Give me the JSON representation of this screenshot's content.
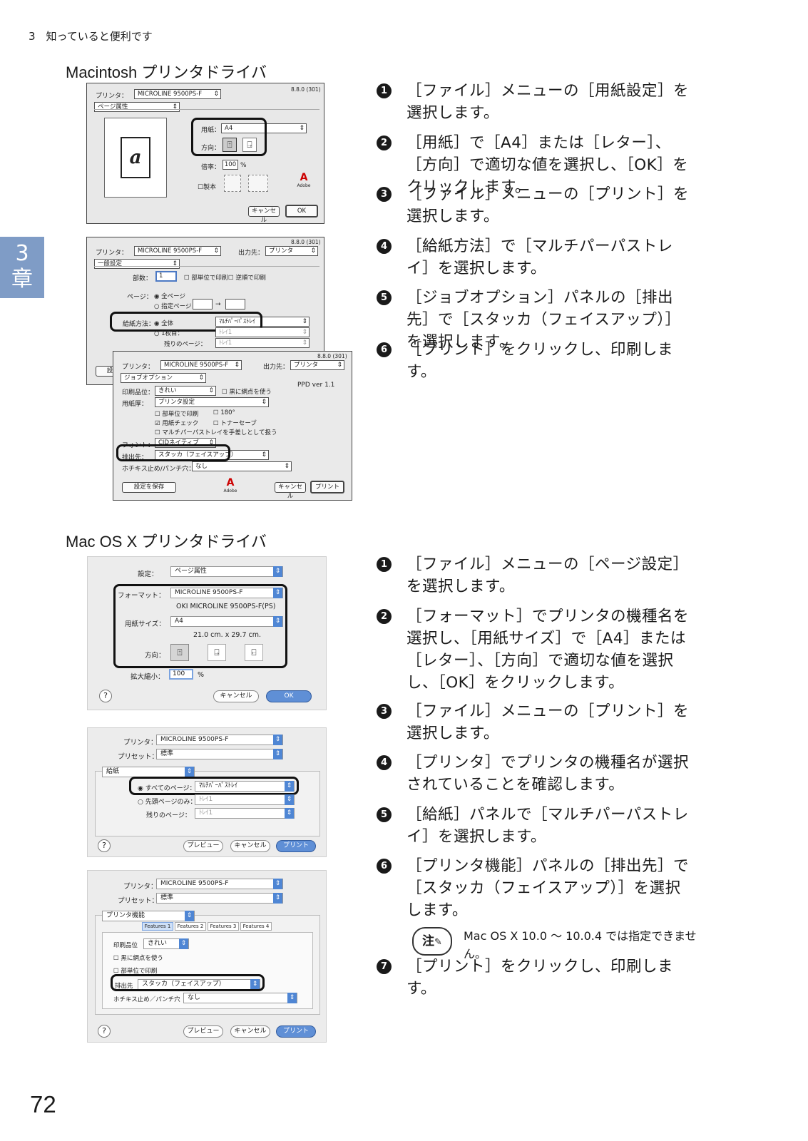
{
  "header": {
    "chapter_title": "3　知っていると便利です"
  },
  "tab": {
    "num": "3",
    "label": "章"
  },
  "page_number": "72",
  "sections": {
    "mac": "Macintosh プリンタドライバ",
    "osx": "Mac OS X プリンタドライバ"
  },
  "mac_steps": [
    {
      "n": "1",
      "text": "［ファイル］メニューの［用紙設定］を選択します。"
    },
    {
      "n": "2",
      "text": "［用紙］で［A4］または［レター］、［方向］で適切な値を選択し、［OK］をクリックします。"
    },
    {
      "n": "3",
      "text": "［ファイル］メニューの［プリント］を選択します。"
    },
    {
      "n": "4",
      "text": "［給紙方法］で［マルチパーパストレイ］を選択します。"
    },
    {
      "n": "5",
      "text": "［ジョブオプション］パネルの［排出先］で［スタッカ（フェイスアップ）］を選択します。"
    },
    {
      "n": "6",
      "text": "［プリント］をクリックし、印刷します。"
    }
  ],
  "osx_steps": [
    {
      "n": "1",
      "text": "［ファイル］メニューの［ページ設定］を選択します。"
    },
    {
      "n": "2",
      "text": "［フォーマット］でプリンタの機種名を選択し、［用紙サイズ］で［A4］または［レター］、［方向］で適切な値を選択し、［OK］をクリックします。"
    },
    {
      "n": "3",
      "text": "［ファイル］メニューの［プリント］を選択します。"
    },
    {
      "n": "4",
      "text": "［プリンタ］でプリンタの機種名が選択されていることを確認します。"
    },
    {
      "n": "5",
      "text": "［給紙］パネルで［マルチパーパストレイ］を選択します。"
    },
    {
      "n": "6",
      "text": "［プリンタ機能］パネルの［排出先］で［スタッカ（フェイスアップ）］を選択します。"
    },
    {
      "n": "7",
      "text": "［プリント］をクリックし、印刷します。"
    }
  ],
  "note": {
    "badge": "注",
    "text": "Mac OS X 10.0 〜 10.0.4 では指定できません。"
  },
  "d1": {
    "printer_label": "プリンタ：",
    "printer": "MICROLINE 9500PS-F",
    "version": "8.8.0 (301)",
    "panel": "ページ属性",
    "paper_label": "用紙：",
    "paper": "A4",
    "orient_label": "方向：",
    "scale_label": "倍率：",
    "scale": "100",
    "pct": "%",
    "book": "☐製本",
    "preview_glyph": "a",
    "cancel": "キャンセル",
    "ok": "OK",
    "adobe": "Adobe"
  },
  "d2": {
    "printer_label": "プリンタ：",
    "printer": "MICROLINE 9500PS-F",
    "dest_label": "出力先：",
    "dest": "プリンタ",
    "version": "8.8.0 (301)",
    "panel": "一般設定",
    "copies_label": "部数：",
    "copies": "1",
    "collate": "☐ 部単位で印刷",
    "reverse": "☐ 逆順で印刷",
    "pages_label": "ページ：",
    "all_pages": "◉ 全ページ",
    "range": "○ 指定ページ",
    "arrow": "→",
    "source_label": "給紙方法：",
    "all": "◉ 全体",
    "source": "ﾏﾙﾁﾊﾟｰﾊﾟｽﾄﾚｲ",
    "first": "○ 1枚目：",
    "first_val": "ﾄﾚｲ1",
    "rest": "残りのページ：",
    "rest_val": "ﾄﾚｲ1",
    "btn_partial": "設"
  },
  "d3": {
    "printer_label": "プリンタ：",
    "printer": "MICROLINE 9500PS-F",
    "dest_label": "出力先：",
    "dest": "プリンタ",
    "version": "8.8.0 (301)",
    "panel": "ジョブオプション",
    "ppd": "PPD ver 1.1",
    "quality_label": "印刷品位：",
    "quality": "きれい",
    "black": "☐ 黒に網点を使う",
    "media_label": "用紙厚：",
    "media": "プリンタ設定",
    "collate": "☐ 部単位で印刷",
    "rot": "☐ 180°",
    "check": "☑ 用紙チェック",
    "toner": "☐ トナーセーブ",
    "multi": "☐ マルチパーパストレイを手差しとして扱う",
    "font_label": "フォント：",
    "font": "CIDネイティブ",
    "output_label": "排出先：",
    "output": "スタッカ（フェイスアップ）",
    "staple_label": "ホチキス止め/パンチ穴：",
    "staple": "なし",
    "save": "設定を保存",
    "cancel": "キャンセル",
    "print": "プリント",
    "adobe": "Adobe"
  },
  "x1": {
    "settings_label": "設定：",
    "settings": "ページ属性",
    "format_label": "フォーマット：",
    "format": "MICROLINE 9500PS-F",
    "format_sub": "OKI MICROLINE 9500PS-F(PS)",
    "size_label": "用紙サイズ：",
    "size": "A4",
    "size_sub": "21.0 cm. x 29.7 cm.",
    "orient_label": "方向：",
    "scale_label": "拡大縮小：",
    "scale": "100",
    "pct": "%",
    "cancel": "キャンセル",
    "ok": "OK",
    "help": "?"
  },
  "x2": {
    "printer_label": "プリンタ：",
    "printer": "MICROLINE 9500PS-F",
    "preset_label": "プリセット：",
    "preset": "標準",
    "panel": "給紙",
    "all_pages": "◉ すべてのページ：",
    "all_val": "ﾏﾙﾁﾊﾟｰﾊﾟｽﾄﾚｲ",
    "first": "○ 先頭ページのみ：",
    "first_val": "ﾄﾚｲ1",
    "rest": "残りのページ：",
    "rest_val": "ﾄﾚｲ1",
    "preview": "プレビュー",
    "cancel": "キャンセル",
    "print": "プリント",
    "help": "?"
  },
  "x3": {
    "printer_label": "プリンタ：",
    "printer": "MICROLINE 9500PS-F",
    "preset_label": "プリセット：",
    "preset": "標準",
    "panel": "プリンタ機能",
    "tabs": [
      "Features 1",
      "Features 2",
      "Features 3",
      "Features 4"
    ],
    "quality_label": "印刷品位",
    "quality": "きれい",
    "black": "☐ 黒に網点を使う",
    "collate": "☐ 部単位で印刷",
    "output_label": "排出先",
    "output": "スタッカ（フェイスアップ）",
    "staple_label": "ホチキス止め／パンチ穴",
    "staple": "なし",
    "preview": "プレビュー",
    "cancel": "キャンセル",
    "print": "プリント",
    "help": "?"
  }
}
